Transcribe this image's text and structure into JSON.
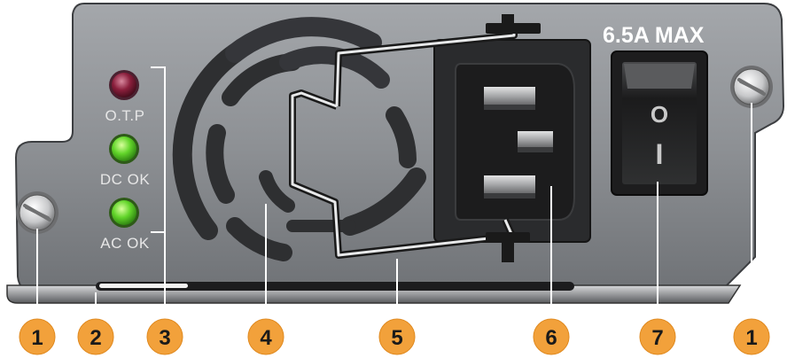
{
  "rating_label": "6.5A MAX",
  "leds": [
    {
      "label": "O.T.P",
      "color": "#8a1f3c"
    },
    {
      "label": "DC OK",
      "color": "#5fd12a"
    },
    {
      "label": "AC OK",
      "color": "#5fd12a"
    }
  ],
  "switch_symbols": {
    "off": "O",
    "on": "I"
  },
  "callouts": [
    "1",
    "2",
    "3",
    "4",
    "5",
    "6",
    "7",
    "1"
  ],
  "colors": {
    "callout_fill": "#f2a13b",
    "panel": "#8f9296",
    "fan_slot": "#2e2f31",
    "receptacle": "#2a2b2d",
    "switch_body": "#1d1d1e"
  }
}
